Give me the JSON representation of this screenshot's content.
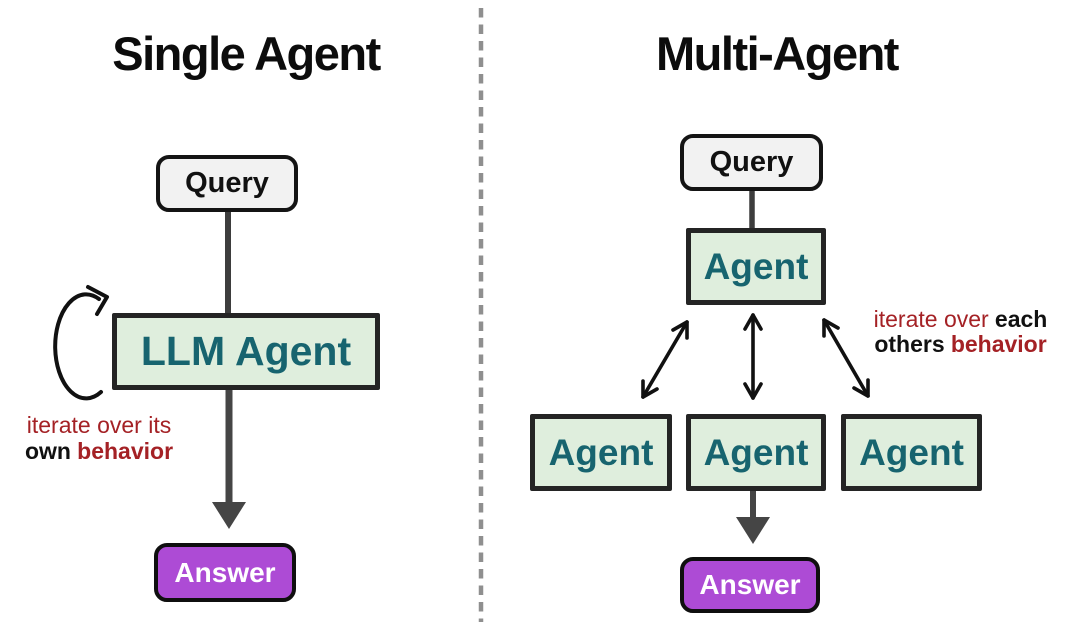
{
  "left_panel": {
    "title": "Single Agent",
    "query_label": "Query",
    "agent_label": "LLM Agent",
    "answer_label": "Answer",
    "note": {
      "line1_red": "iterate over its",
      "line2_black_bold": "own",
      "line2_red_bold": "behavior"
    }
  },
  "right_panel": {
    "title": "Multi-Agent",
    "query_label": "Query",
    "coordinator_label": "Agent",
    "workers": [
      "Agent",
      "Agent",
      "Agent"
    ],
    "answer_label": "Answer",
    "note": {
      "line1_red": "iterate over",
      "line1_black_bold": "each",
      "line2_black_bold": "others",
      "line2_red_bold": "behavior"
    }
  },
  "colors": {
    "agent_box_fill": "#dfeedd",
    "agent_box_border": "#242424",
    "agent_text_teal": "#17646f",
    "query_box_fill": "#f2f2f2",
    "answer_box_fill": "#ad4bd5",
    "answer_text": "#ffffff",
    "note_red": "#a42125",
    "note_black": "#111111",
    "connector_gray": "#3d3d3d",
    "thin_arrow_black": "#111111",
    "divider_gray": "#8f8f8f",
    "background": "#ffffff"
  }
}
